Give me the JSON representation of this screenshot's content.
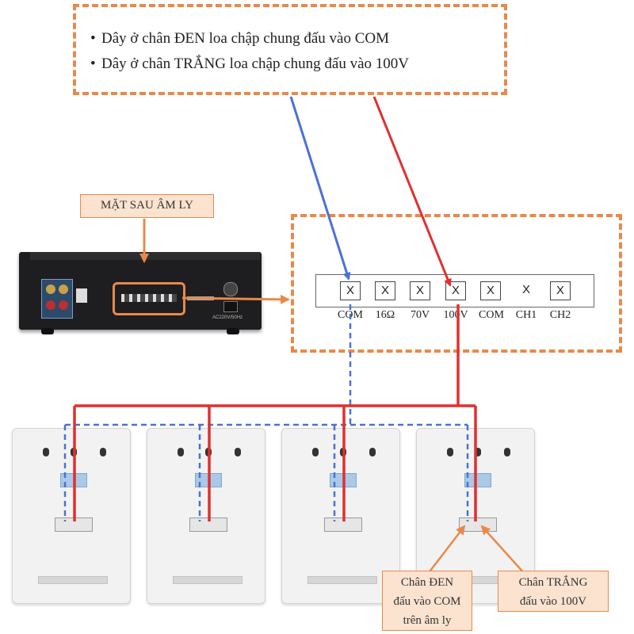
{
  "notes": [
    "Dây ở chân ĐEN loa chập chung đấu vào COM",
    "Dây ở chân TRẮNG loa chập chung đấu vào 100V"
  ],
  "amp_label": "MẶT SAU ÂM LY",
  "terminals": [
    {
      "mark": "X",
      "label": "COM"
    },
    {
      "mark": "X",
      "label": "16Ω"
    },
    {
      "mark": "X",
      "label": "70V"
    },
    {
      "mark": "X",
      "label": "100V"
    },
    {
      "mark": "X",
      "label": "COM"
    },
    {
      "mark": "X",
      "label": "CH1"
    },
    {
      "mark": "X",
      "label": "CH2"
    }
  ],
  "callout_black": [
    "Chân ĐEN",
    "đấu vào COM",
    "trên âm ly"
  ],
  "callout_white": [
    "Chân TRẮNG",
    "đấu vào 100V"
  ],
  "amp_small_text": "AC220V/50Hz",
  "colors": {
    "accent_orange": "#e8894a",
    "wire_red": "#e03030",
    "wire_blue": "#4a72d6",
    "callout_fill": "#fbe3cf"
  },
  "wire_legend": {
    "red": "100V",
    "blue": "COM"
  }
}
